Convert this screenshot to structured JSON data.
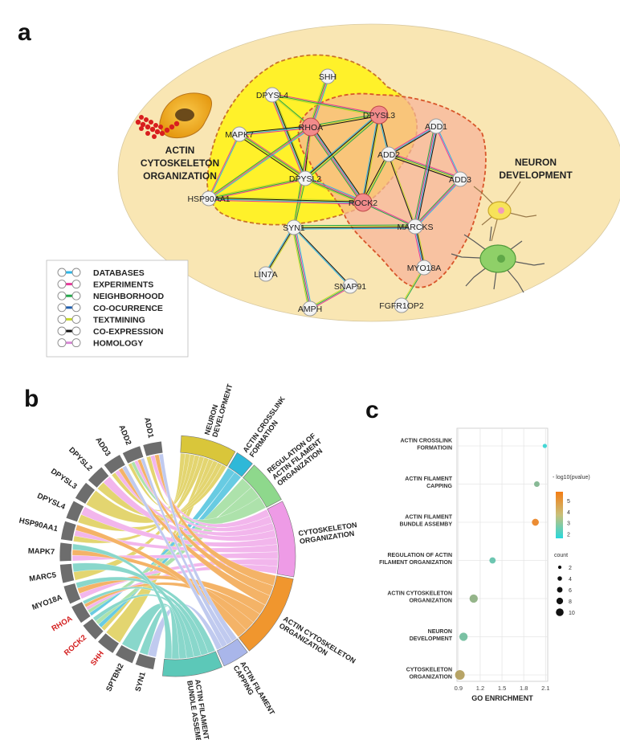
{
  "panels": {
    "a": "a",
    "b": "b",
    "c": "c"
  },
  "network": {
    "regions": {
      "actin": [
        "ACTIN",
        "CYTOSKELETON",
        "ORGANIZATION"
      ],
      "neuron": [
        "NEURON",
        "DEVELOPMENT"
      ]
    },
    "nodes": [
      {
        "id": "SHH",
        "highlight": false
      },
      {
        "id": "DPYSL4",
        "highlight": false
      },
      {
        "id": "DPYSL3",
        "highlight": true
      },
      {
        "id": "MAPK7",
        "highlight": false
      },
      {
        "id": "RHOA",
        "highlight": true
      },
      {
        "id": "ADD1",
        "highlight": false
      },
      {
        "id": "ADD2",
        "highlight": false
      },
      {
        "id": "ADD3",
        "highlight": false
      },
      {
        "id": "DPYSL2",
        "highlight": false
      },
      {
        "id": "HSP90AA1",
        "highlight": false
      },
      {
        "id": "ROCK2",
        "highlight": true
      },
      {
        "id": "SYN1",
        "highlight": false
      },
      {
        "id": "MARCKS",
        "highlight": false
      },
      {
        "id": "LIN7A",
        "highlight": false
      },
      {
        "id": "SNAP91",
        "highlight": false
      },
      {
        "id": "AMPH",
        "highlight": false
      },
      {
        "id": "MYO18A",
        "highlight": false
      },
      {
        "id": "FGFR1OP2",
        "highlight": false
      }
    ],
    "edges": [
      [
        "SHH",
        "RHOA"
      ],
      [
        "DPYSL4",
        "DPYSL3"
      ],
      [
        "DPYSL4",
        "RHOA"
      ],
      [
        "DPYSL4",
        "DPYSL2"
      ],
      [
        "MAPK7",
        "RHOA"
      ],
      [
        "MAPK7",
        "HSP90AA1"
      ],
      [
        "MAPK7",
        "DPYSL2"
      ],
      [
        "RHOA",
        "DPYSL3"
      ],
      [
        "RHOA",
        "DPYSL2"
      ],
      [
        "RHOA",
        "ROCK2"
      ],
      [
        "RHOA",
        "HSP90AA1"
      ],
      [
        "RHOA",
        "SYN1"
      ],
      [
        "DPYSL3",
        "DPYSL2"
      ],
      [
        "DPYSL3",
        "ROCK2"
      ],
      [
        "DPYSL3",
        "ADD2"
      ],
      [
        "DPYSL2",
        "ROCK2"
      ],
      [
        "DPYSL2",
        "HSP90AA1"
      ],
      [
        "DPYSL2",
        "SYN1"
      ],
      [
        "HSP90AA1",
        "ROCK2"
      ],
      [
        "ADD1",
        "ADD2"
      ],
      [
        "ADD1",
        "ADD3"
      ],
      [
        "ADD2",
        "ADD3"
      ],
      [
        "ADD2",
        "ROCK2"
      ],
      [
        "ADD2",
        "MARCKS"
      ],
      [
        "ADD1",
        "MARCKS"
      ],
      [
        "ADD3",
        "MARCKS"
      ],
      [
        "ROCK2",
        "MARCKS"
      ],
      [
        "SYN1",
        "MARCKS"
      ],
      [
        "SYN1",
        "LIN7A"
      ],
      [
        "SYN1",
        "SNAP91"
      ],
      [
        "SYN1",
        "AMPH"
      ],
      [
        "SNAP91",
        "AMPH"
      ],
      [
        "MYO18A",
        "FGFR1OP2"
      ],
      [
        "MARCKS",
        "MYO18A"
      ]
    ],
    "legend": [
      {
        "label": "DATABASES",
        "color": "#29b6e8"
      },
      {
        "label": "EXPERIMENTS",
        "color": "#e8399a"
      },
      {
        "label": "NEIGHBORHOOD",
        "color": "#23a84a"
      },
      {
        "label": "CO-OCURRENCE",
        "color": "#1f5fb0"
      },
      {
        "label": "TEXTMINING",
        "color": "#c6d92c"
      },
      {
        "label": "CO-EXPRESSION",
        "color": "#111111"
      },
      {
        "label": "HOMOLOGY",
        "color": "#d98ad6"
      }
    ]
  },
  "chord": {
    "genes": [
      {
        "label": "SYN1",
        "red": false
      },
      {
        "label": "SPTBN2",
        "red": false
      },
      {
        "label": "SHH",
        "red": true
      },
      {
        "label": "ROCK2",
        "red": true
      },
      {
        "label": "RHOA",
        "red": true
      },
      {
        "label": "MYO18A",
        "red": false
      },
      {
        "label": "MARC5",
        "red": false
      },
      {
        "label": "MAPK7",
        "red": false
      },
      {
        "label": "HSP90AA1",
        "red": false
      },
      {
        "label": "DPYSL4",
        "red": false
      },
      {
        "label": "DPYSL3",
        "red": false
      },
      {
        "label": "DPYSL2",
        "red": false
      },
      {
        "label": "ADD3",
        "red": false
      },
      {
        "label": "ADD2",
        "red": false
      },
      {
        "label": "ADD1",
        "red": false
      }
    ],
    "terms": [
      {
        "lines": [
          "NEURON",
          "DEVELOPMENT"
        ],
        "color": "#d9c63a"
      },
      {
        "lines": [
          "ACTIN CROSSLINK",
          "FORMATION"
        ],
        "color": "#2fb8d8"
      },
      {
        "lines": [
          "REGULATION OF",
          "ACTIN FILAMENT",
          "ORGANIZATION"
        ],
        "color": "#8ed88c"
      },
      {
        "lines": [
          "CYTOSKELETON",
          "ORGANIZATION"
        ],
        "color": "#ee9be6"
      },
      {
        "lines": [
          "ACTIN CYTOSKELETON",
          "ORGANIZATION"
        ],
        "color": "#f0962e"
      },
      {
        "lines": [
          "ACTIN FILAMENT",
          "CAPPING"
        ],
        "color": "#a9b6ea"
      },
      {
        "lines": [
          "ACTIN FILAMENT",
          "BUNDLE ASSEMBY"
        ],
        "color": "#5cc8b8"
      }
    ]
  },
  "chart_data": {
    "type": "scatter",
    "xlabel": "GO ENRICHMENT",
    "xticks": [
      "0.9",
      "1.2",
      "1.5",
      "1.8",
      "2.1"
    ],
    "xlim": [
      0.88,
      2.13
    ],
    "categories": [
      {
        "lines": [
          "ACTIN CROSSLINK",
          "FORMATIOIN"
        ]
      },
      {
        "lines": [
          "ACTIN FILAMENT",
          "CAPPING"
        ]
      },
      {
        "lines": [
          "ACTIN FILAMENT",
          "BUNDLE ASSEMBY"
        ]
      },
      {
        "lines": [
          "REGULATION  OF ACTIN",
          "FILAMENT ORGANIZATION"
        ]
      },
      {
        "lines": [
          "ACTIN CYTOSKELETON",
          "ORGANIZATION"
        ]
      },
      {
        "lines": [
          "NEURON",
          "DEVELOPMENT"
        ]
      },
      {
        "lines": [
          "CYTOSKELETON",
          "ORGANIZATION"
        ]
      }
    ],
    "points": [
      {
        "x": 2.09,
        "neglog10p": 1.8,
        "count": 2
      },
      {
        "x": 1.98,
        "neglog10p": 3.3,
        "count": 4
      },
      {
        "x": 1.96,
        "neglog10p": 5.6,
        "count": 6
      },
      {
        "x": 1.37,
        "neglog10p": 2.7,
        "count": 5
      },
      {
        "x": 1.11,
        "neglog10p": 3.6,
        "count": 8
      },
      {
        "x": 0.97,
        "neglog10p": 3.0,
        "count": 8
      },
      {
        "x": 0.92,
        "neglog10p": 4.4,
        "count": 10
      }
    ],
    "color_legend": {
      "title": "- log10(pvalue)",
      "ticks": [
        2,
        3,
        4,
        5
      ],
      "low": "#28d8dc",
      "high": "#f47d14"
    },
    "size_legend": {
      "title": "count",
      "values": [
        2,
        4,
        6,
        8,
        10
      ]
    },
    "grid": true
  }
}
